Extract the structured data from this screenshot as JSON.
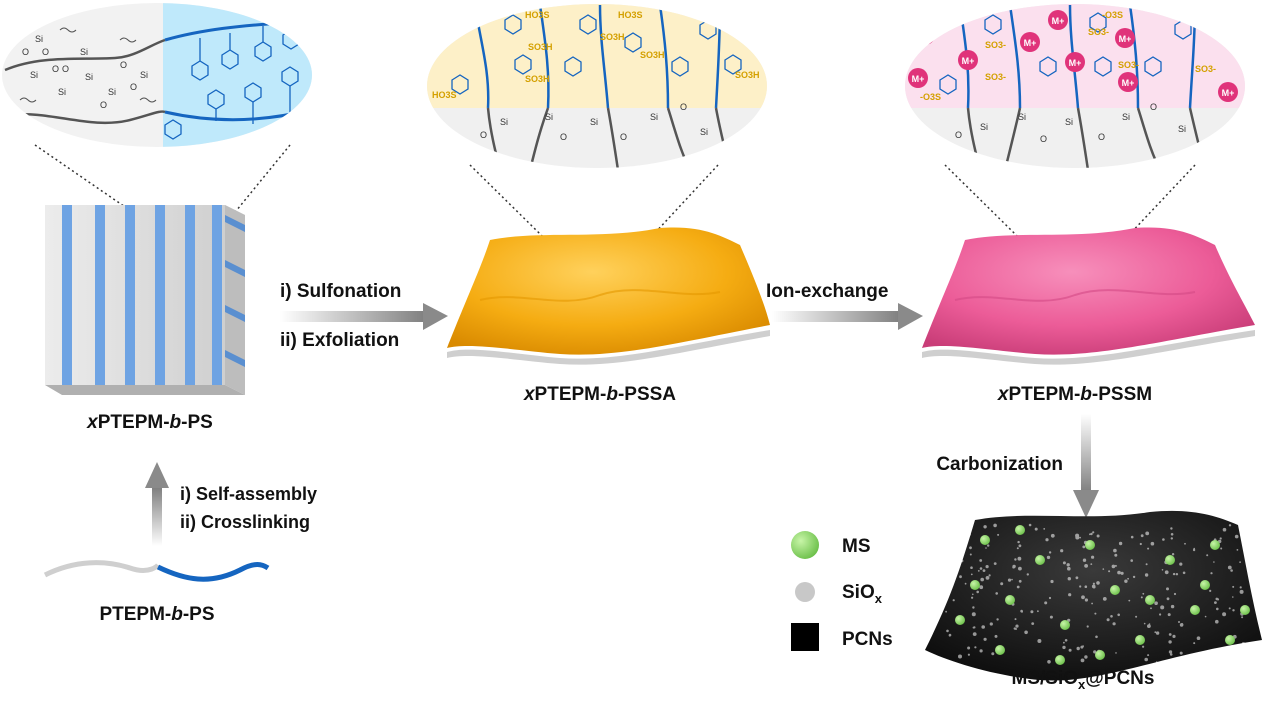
{
  "steps": {
    "sulfonation": "i) Sulfonation",
    "exfoliation": "ii) Exfoliation",
    "ion_exchange": "Ion-exchange",
    "carbonization": "Carbonization",
    "self_assembly": "i) Self-assembly",
    "crosslinking": "ii) Crosslinking"
  },
  "labels": {
    "block_cube": {
      "italic": "x",
      "main": "PTEPM-",
      "italic2": "b",
      "tail": "-PS"
    },
    "sheet_yellow": {
      "italic": "x",
      "main": "PTEPM-",
      "italic2": "b",
      "tail": "-PSSA"
    },
    "sheet_pink": {
      "italic": "x",
      "main": "PTEPM-",
      "italic2": "b",
      "tail": "-PSSM"
    },
    "copolymer": {
      "main": "PTEPM-",
      "italic2": "b",
      "tail": "-PS"
    },
    "product": {
      "pre": "MS/SiO",
      "sub": "x",
      "post": "@PCNs"
    }
  },
  "legend": {
    "ms": "MS",
    "siox": {
      "main": "SiO",
      "sub": "x"
    },
    "pcns": "PCNs"
  },
  "chem": {
    "si": "Si",
    "o": "O",
    "so3h": "SO3H",
    "ho3s": "HO3S",
    "so3minus": "SO3-",
    "o3sminus": "-O3S",
    "m_plus": "M+"
  },
  "colors": {
    "silica_gray": "#9a9a9a",
    "ps_blue": "#1565c0",
    "sulfonate_yellow": "#e0a500",
    "pink_cation": "#e0337a",
    "sheet_yellow": "#f5ac12",
    "sheet_pink": "#ec5c98",
    "ms_green": "#7dc95b"
  }
}
